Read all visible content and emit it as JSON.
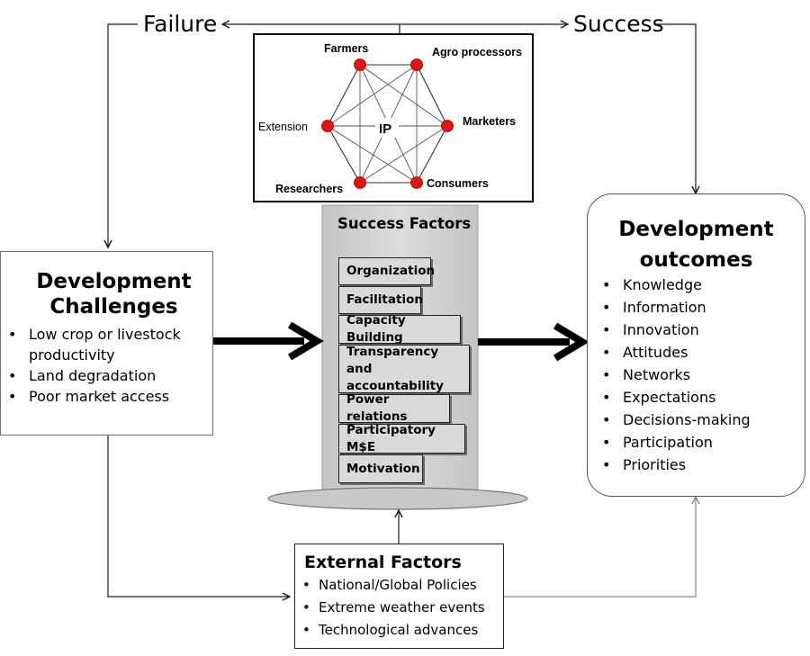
{
  "feedback": {
    "failure_label": "Failure",
    "success_label": "Success"
  },
  "ip_network": {
    "center_label": "IP",
    "nodes": [
      "Farmers",
      "Agro processors",
      "Marketers",
      "Consumers",
      "Researchers",
      "Extension"
    ],
    "node_color": "#e8120c"
  },
  "challenges": {
    "title_line1": "Development",
    "title_line2": "Challenges",
    "items": [
      "Low crop or livestock productivity",
      "Land degradation",
      "Poor market access"
    ]
  },
  "success_factors": {
    "title": "Success Factors",
    "items": [
      "Organization",
      "Facilitation",
      "Capacity Building",
      "Transparency and accountability",
      "Power relations",
      "Participatory M$E",
      "Motivation"
    ]
  },
  "outcomes": {
    "title_line1": "Development",
    "title_line2": "outcomes",
    "items": [
      "Knowledge",
      "Information",
      "Innovation",
      "Attitudes",
      "Networks",
      "Expectations",
      "Decisions-making",
      "Participation",
      "Priorities"
    ]
  },
  "external": {
    "title": "External Factors",
    "items": [
      "National/Global Policies",
      "Extreme weather events",
      "Technological advances"
    ]
  },
  "colors": {
    "pillar_fill": "#d9d9d9",
    "factor_fill": "#d9d9d9",
    "line": "#1a1a1a"
  }
}
